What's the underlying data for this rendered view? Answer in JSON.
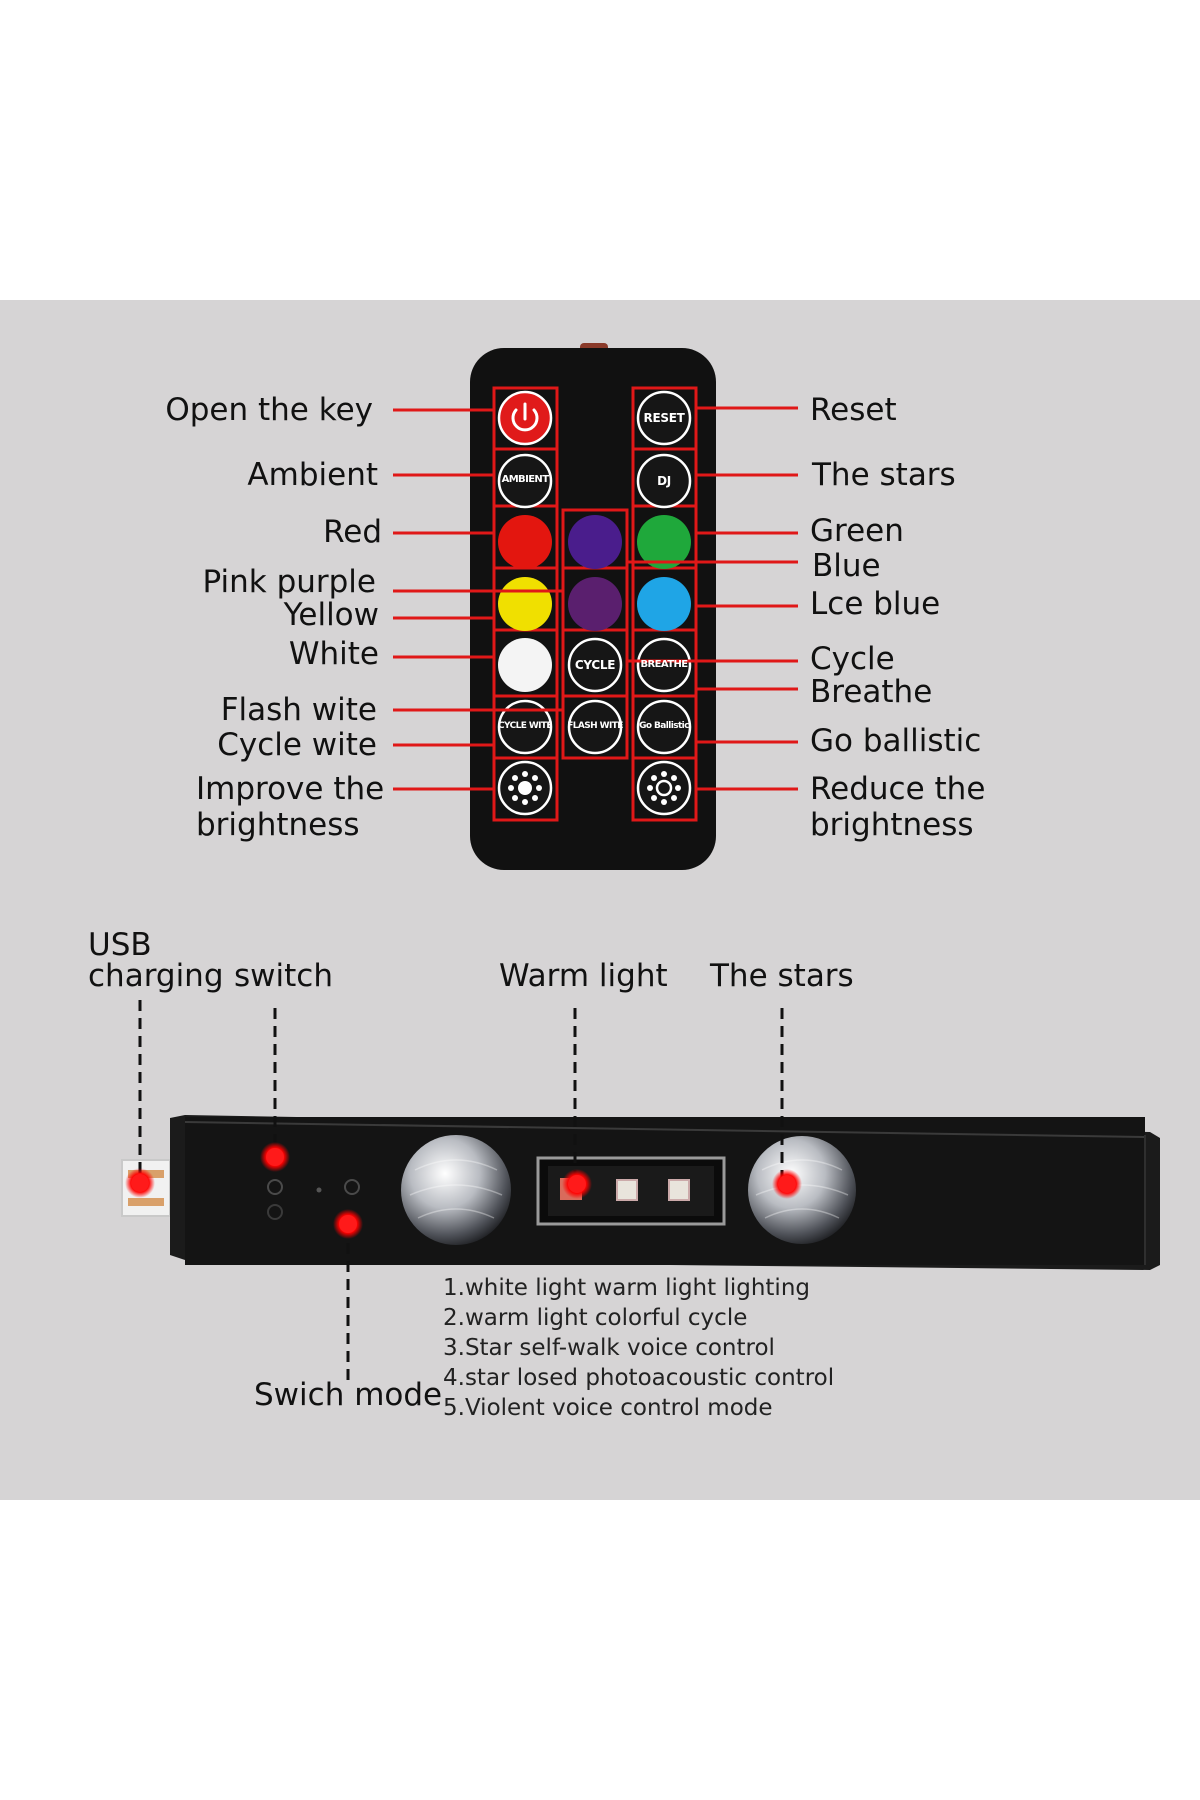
{
  "remote": {
    "left_labels": [
      "Open the key",
      "Ambient",
      "Red",
      "Pink purple",
      "Yellow",
      "White",
      "Flash wite",
      "Cycle wite",
      "Improve the brightness"
    ],
    "right_labels": [
      "Reset",
      "The stars",
      "Green",
      "Blue",
      "Lce blue",
      "Cycle",
      "Breathe",
      "Go ballistic",
      "Reduce the brightness"
    ],
    "button_texts": {
      "reset": "RESET",
      "ambient": "AMBIENT",
      "dj": "DJ",
      "cycle": "CYCLE",
      "breathe": "BREATHE",
      "cycle_wite": "CYCLE WITE",
      "flash_wite": "FLASH WITE",
      "go_ballistic": "Go Ballistic"
    },
    "button_colors": {
      "power": "#e01a1a",
      "red": "#e3160f",
      "purple": "#4a1d8c",
      "green": "#1fa83b",
      "yellow": "#f0e000",
      "pink_purple": "#5a1f6e",
      "ice_blue": "#1fa5e6",
      "white": "#f4f4f4"
    }
  },
  "device": {
    "labels": {
      "usb_line1": "USB",
      "usb_line2": "charging",
      "switch": "switch",
      "warm_light": "Warm light",
      "the_stars": "The stars",
      "switch_mode": "Swich mode"
    },
    "modes": [
      "1.white light warm light lighting",
      "2.warm light colorful cycle",
      "3.Star self-walk voice control",
      "4.star losed photoacoustic control",
      "5.Violent voice control mode"
    ]
  },
  "colors": {
    "callout_red": "#e01818",
    "panel_gray": "#d6d4d5",
    "remote_body": "#111111"
  }
}
